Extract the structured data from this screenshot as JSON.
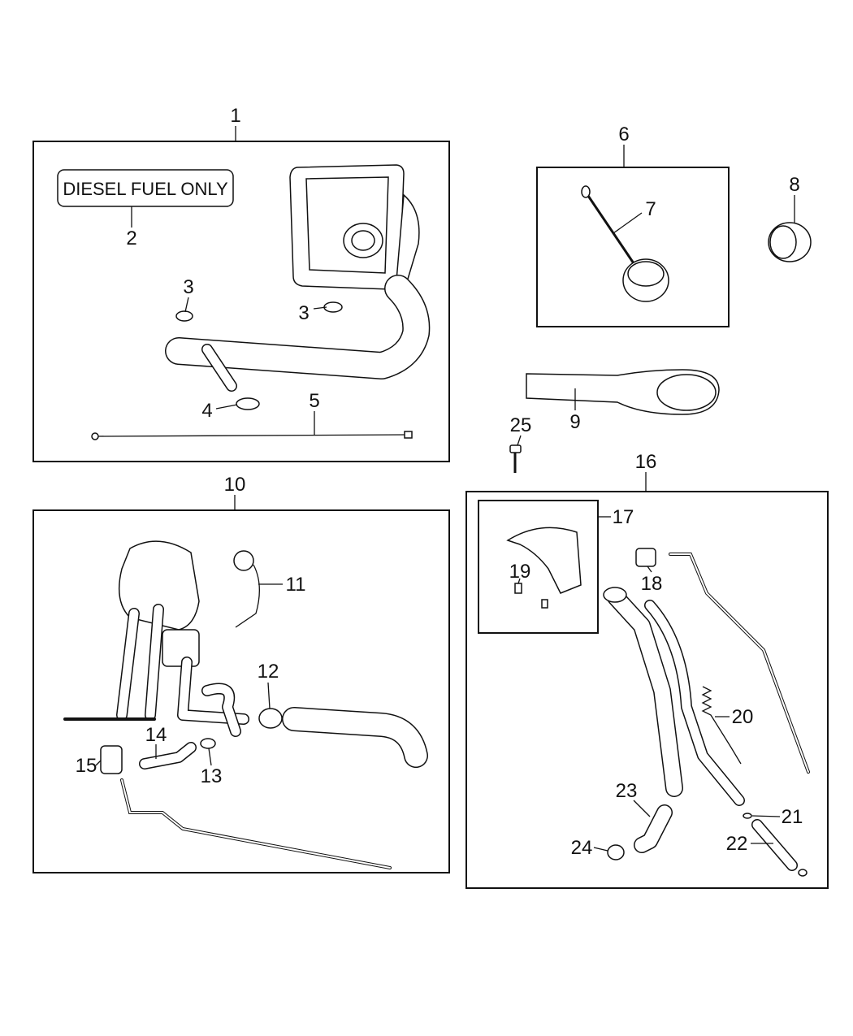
{
  "title": "Fuel Filler / Fuel Module Parts Diagram",
  "sign_text": "DIESEL FUEL ONLY",
  "callouts": {
    "c1": "1",
    "c2": "2",
    "c3a": "3",
    "c3b": "3",
    "c4": "4",
    "c5": "5",
    "c6": "6",
    "c7": "7",
    "c8": "8",
    "c9": "9",
    "c10": "10",
    "c11": "11",
    "c12": "12",
    "c13": "13",
    "c14": "14",
    "c15": "15",
    "c16": "16",
    "c17": "17",
    "c18": "18",
    "c19": "19",
    "c20": "20",
    "c21": "21",
    "c22": "22",
    "c23": "23",
    "c24": "24",
    "c25": "25"
  }
}
